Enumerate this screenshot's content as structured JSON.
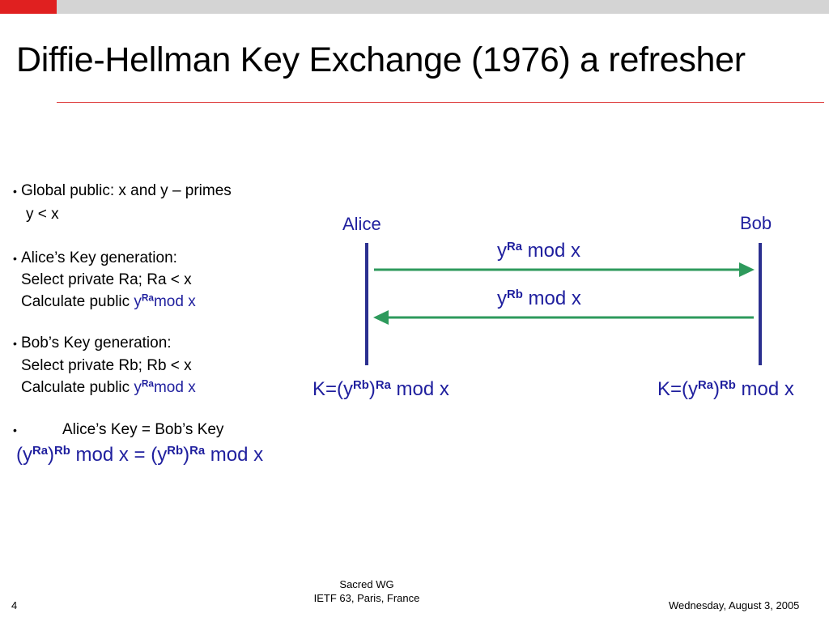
{
  "slide": {
    "title": "Diffie-Hellman Key Exchange (1976) a refresher",
    "page_number": "4",
    "footer_center_line1": "Sacred WG",
    "footer_center_line2": "IETF 63, Paris, France",
    "footer_date": "Wednesday, August 3, 2005"
  },
  "bullets": {
    "b1_line1": "Global public: x and y – primes",
    "b1_line2": "y < x",
    "b2_line1": "Alice’s Key generation:",
    "b2_line2": "Select private Ra; Ra < x",
    "b2_line3_text": "Calculate public ",
    "b2_line3_y": "y",
    "b2_line3_sup": "Ra",
    "b2_line3_tail": "mod x",
    "b3_line1": "Bob’s Key generation:",
    "b3_line2": "Select private Rb; Rb < x",
    "b3_line3_text": "Calculate public ",
    "b3_line3_y": "y",
    "b3_line3_sup": "Ra",
    "b3_line3_tail": "mod x",
    "b4_bullet": "•",
    "b4_line1": "Alice’s Key = Bob’s Key",
    "eq_p1": "(y",
    "eq_s1": "Ra",
    "eq_p2": ")",
    "eq_s2": "Rb",
    "eq_p3": " mod x = (y",
    "eq_s3": "Rb",
    "eq_p4": ")",
    "eq_s4": "Ra",
    "eq_p5": " mod x"
  },
  "diagram": {
    "alice_label": "Alice",
    "bob_label": "Bob",
    "msg1_y": "y",
    "msg1_sup": "Ra",
    "msg1_tail": " mod x",
    "msg2_y": "y",
    "msg2_sup": "Rb",
    "msg2_tail": " mod x",
    "alice_key_p1": "K=(y",
    "alice_key_s1": "Rb",
    "alice_key_p2": ")",
    "alice_key_s2": "Ra",
    "alice_key_p3": " mod x",
    "bob_key_p1": "K=(y",
    "bob_key_s1": "Ra",
    "bob_key_p2": ")",
    "bob_key_s2": "Rb",
    "bob_key_p3": " mod x"
  },
  "colors": {
    "accent_red": "#e02020",
    "text_blue": "#1f1f9e",
    "arrow_green": "#2e9a5c",
    "lifeline_navy": "#2b2f8f"
  },
  "bullet_char": "•"
}
